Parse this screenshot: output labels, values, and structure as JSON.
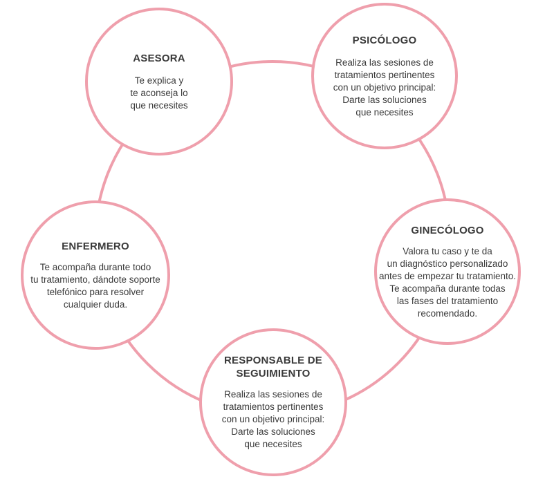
{
  "colors": {
    "ring": "#ef9fac",
    "text": "#3a3a3a"
  },
  "nodes": {
    "asesora": {
      "title": "ASESORA",
      "text": "Te explica y\nte aconseja lo\nque necesites"
    },
    "psicologo": {
      "title": "PSICÓLOGO",
      "text": "Realiza las sesiones de\ntratamientos pertinentes\ncon un objetivo principal:\nDarte las soluciones\nque necesites"
    },
    "ginecologo": {
      "title": "GINECÓLOGO",
      "text": "Valora tu caso y te da\nun diagnóstico personalizado\nantes de empezar tu tratamiento.\nTe acompaña durante todas\nlas fases del tratamiento\nrecomendado."
    },
    "responsable": {
      "title": "RESPONSABLE DE\nSEGUIMIENTO",
      "text": "Realiza las sesiones de\ntratamientos pertinentes\ncon un objetivo principal:\nDarte las soluciones\nque necesites"
    },
    "enfermero": {
      "title": "ENFERMERO",
      "text": "Te acompaña durante todo\ntu tratamiento, dándote soporte\ntelefónico para resolver\ncualquier duda."
    }
  }
}
